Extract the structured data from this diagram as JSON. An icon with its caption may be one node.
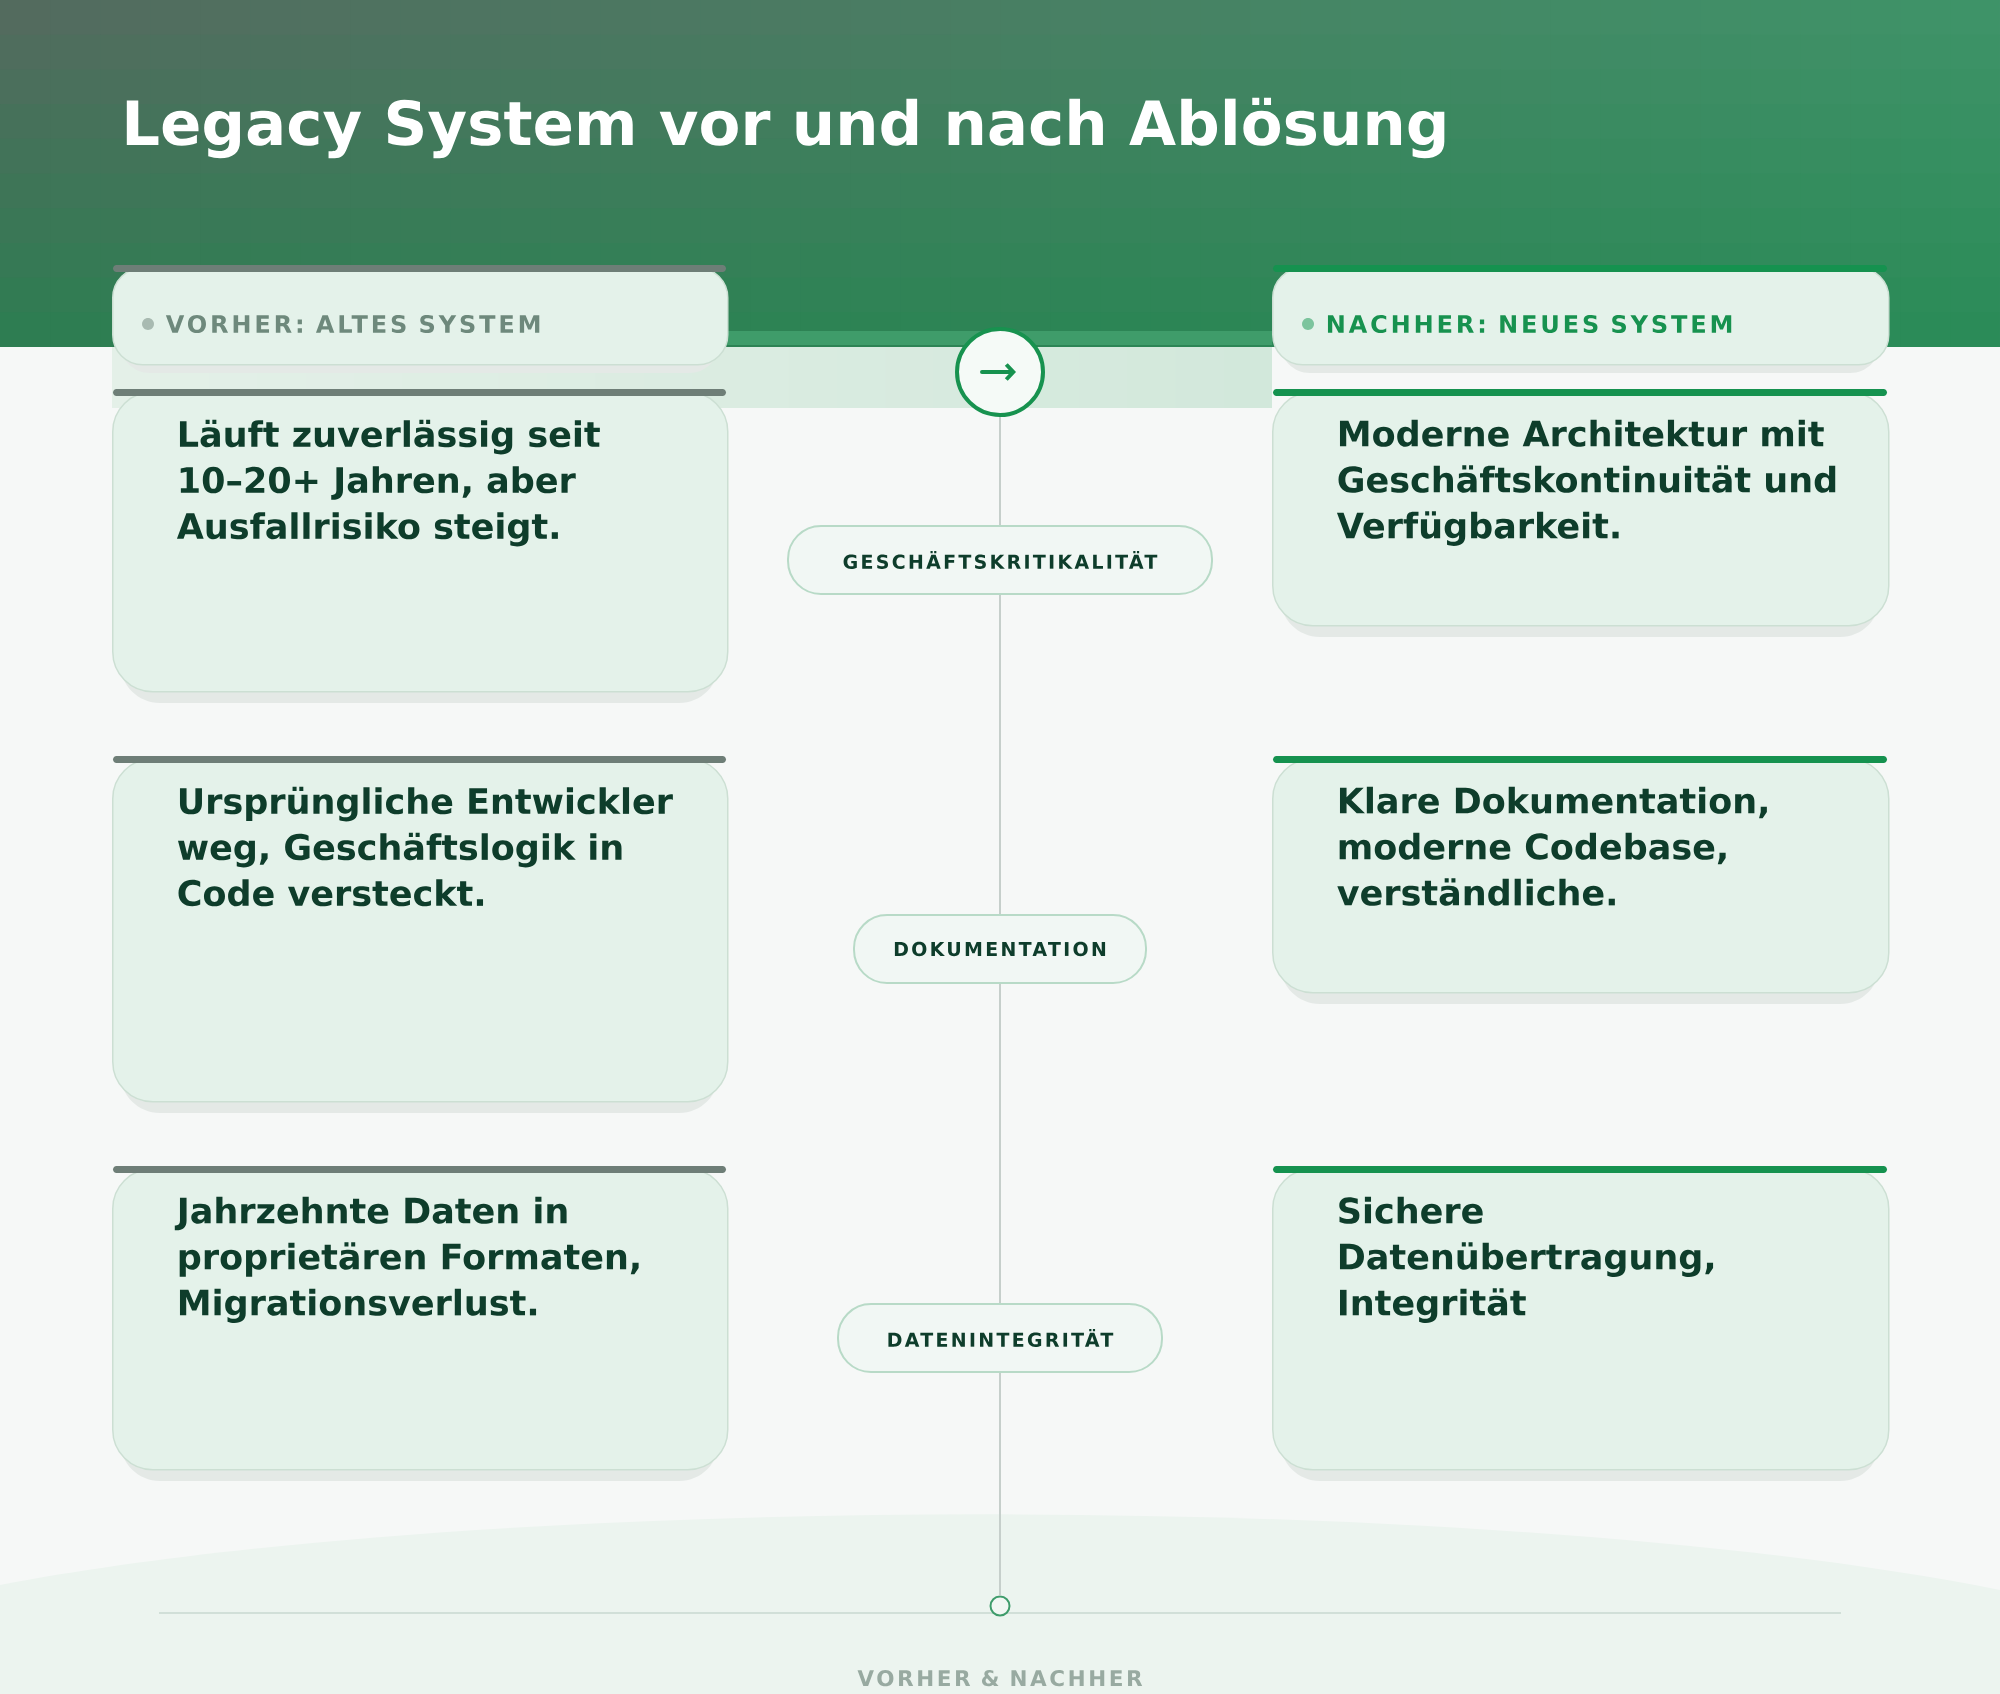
{
  "diagram": {
    "title": "Legacy System vor und nach Ablösung",
    "nodes": [
      {
        "text": [
          "VORHER: ALTES SYSTEM"
        ]
      },
      {
        "text": [
          "NACHHER: NEUES SYSTEM"
        ]
      },
      {
        "text": [],
        "shape": "circle"
      },
      {
        "text": [
          "Läuft zuverlässig seit 10–20+ Jahren, aber Ausfallrisiko steigt."
        ]
      },
      {
        "text": [
          "GESCHÄFTSKRITIKALITÄT"
        ]
      },
      {
        "text": [
          "Moderne Architektur mit Geschäftskontinuität und Verfügbarkeit."
        ]
      },
      {
        "text": [
          "Ursprüngliche Entwickler weg, Geschäftslogik in Code versteckt."
        ]
      },
      {
        "text": [
          "DOKUMENTATION"
        ]
      },
      {
        "text": [
          "Klare Dokumentation, moderne Codebase, verständliche."
        ]
      },
      {
        "text": [
          "Jahrzehnte Daten in proprietären Formaten, Migrationsverlust."
        ]
      },
      {
        "text": [
          "DATENINTEGRITÄT"
        ]
      },
      {
        "text": [
          "Sichere Datenübertragung, Integrität"
        ]
      },
      {
        "text": [],
        "shape": "circle"
      }
    ],
    "edges": [
      {
        "from": 2,
        "to": 4,
        "arrow": "none"
      },
      {
        "from": 4,
        "to": 7,
        "arrow": "none"
      },
      {
        "from": 7,
        "to": 10,
        "arrow": "none"
      },
      {
        "from": 10,
        "to": 12,
        "arrow": "none"
      }
    ],
    "labels": [
      "VORHER & NACHHER"
    ]
  }
}
